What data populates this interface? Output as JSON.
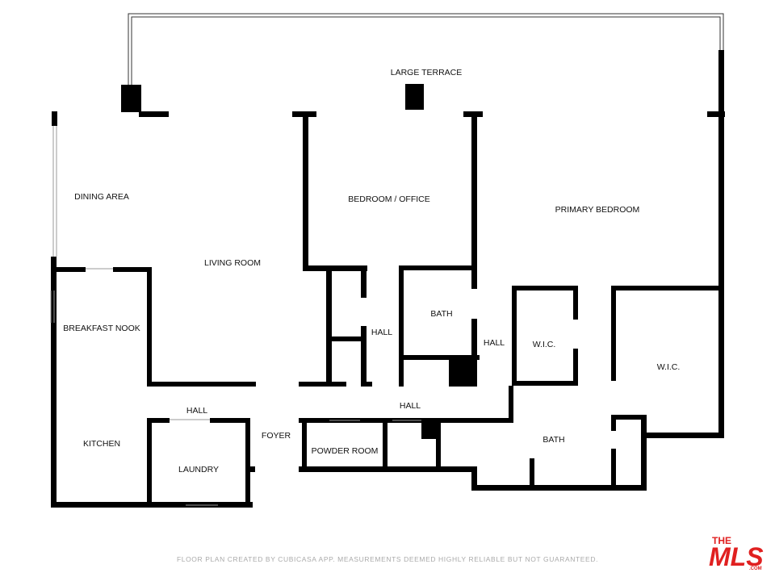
{
  "rooms": {
    "large_terrace": "LARGE TERRACE",
    "dining_area": "DINING AREA",
    "living_room": "LIVING ROOM",
    "bedroom_office": "BEDROOM / OFFICE",
    "primary_bedroom": "PRIMARY BEDROOM",
    "breakfast_nook": "BREAKFAST NOOK",
    "hall_center": "HALL",
    "bath_upper": "BATH",
    "hall_right": "HALL",
    "wic_left": "W.I.C.",
    "wic_right": "W.I.C.",
    "hall_lower_left": "HALL",
    "hall_lower_center": "HALL",
    "kitchen": "KITCHEN",
    "foyer": "FOYER",
    "powder_room": "POWDER ROOM",
    "laundry": "LAUNDRY",
    "bath_lower": "BATH"
  },
  "footer": {
    "disclaimer": "FLOOR PLAN CREATED BY CUBICASA APP. MEASUREMENTS DEEMED HIGHLY RELIABLE BUT NOT GUARANTEED."
  },
  "logo": {
    "top_text": "THE",
    "main_text": "MLS",
    "sub_text": ".COM",
    "color": "#e02020"
  }
}
